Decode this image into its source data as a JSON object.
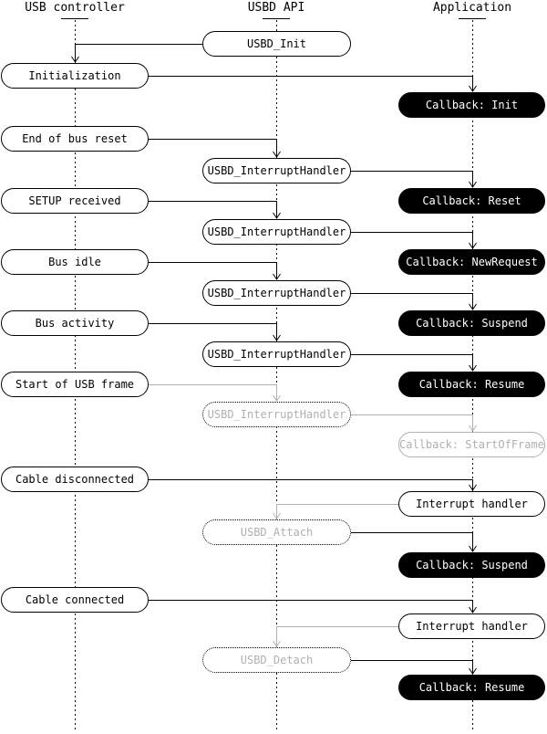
{
  "columns": [
    {
      "label": "USB controller"
    },
    {
      "label": "USBD API"
    },
    {
      "label": "Application"
    }
  ],
  "nodes": {
    "usbd_init": "USBD_Init",
    "initialization": "Initialization",
    "callback_init": "Callback: Init",
    "end_of_bus_reset": "End of bus reset",
    "usbd_interrupthandler": "USBD_InterruptHandler",
    "setup_received": "SETUP received",
    "callback_reset": "Callback: Reset",
    "bus_idle": "Bus idle",
    "callback_newrequest": "Callback: NewRequest",
    "bus_activity": "Bus activity",
    "callback_suspend": "Callback: Suspend",
    "callback_resume": "Callback: Resume",
    "start_of_usb_frame": "Start of USB frame",
    "callback_startofframe": "Callback: StartOfFrame",
    "cable_disconnected": "Cable disconnected",
    "interrupt_handler": "Interrupt handler",
    "usbd_attach": "USBD_Attach",
    "cable_connected": "Cable connected",
    "usbd_detach": "USBD_Detach"
  },
  "colors": {
    "active_line": "#000000",
    "inactive_line": "#b0b0b0",
    "callback_fill": "#000000",
    "callback_text": "#ffffff",
    "box_fill": "#ffffff"
  }
}
